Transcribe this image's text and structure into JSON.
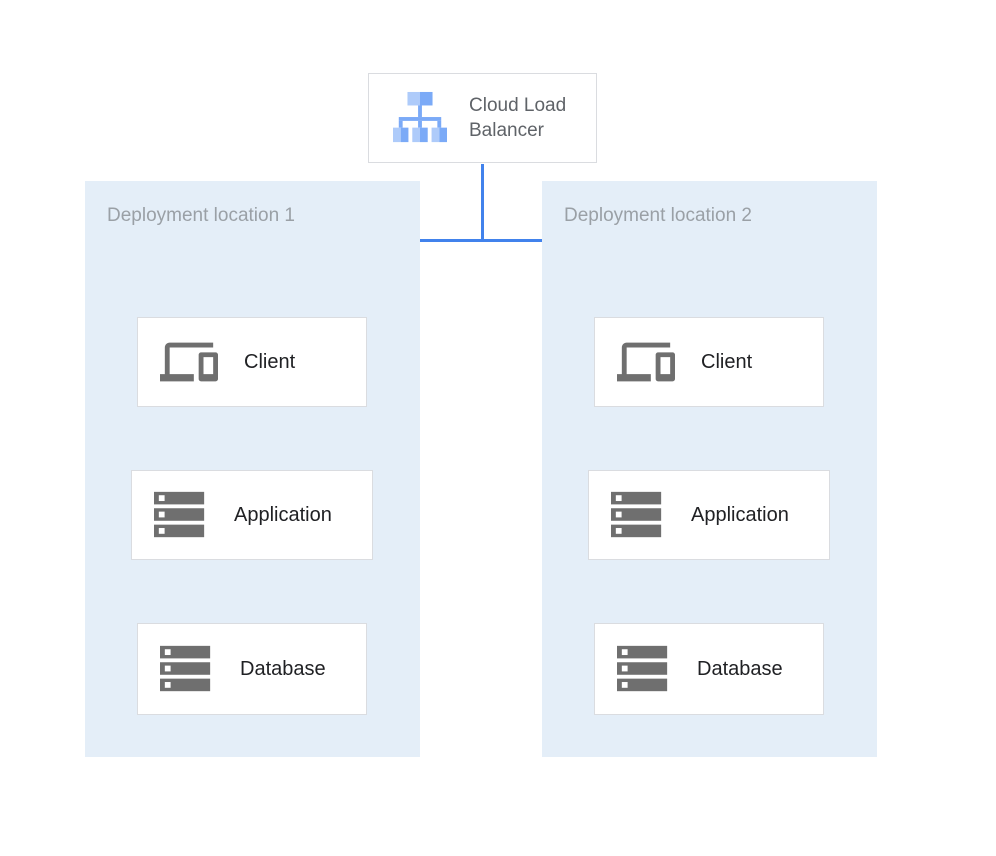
{
  "colors": {
    "region_fill": "#E4EEF8",
    "region_label_color": "#9AA0A6",
    "connector_blue": "#4182EC",
    "box_bg": "#FFFFFF",
    "box_border": "#DADCE0",
    "node_label_color": "#202124",
    "lb_label_color": "#5F6368",
    "icon_gray": "#6F6F6F",
    "icon_blue_light": "#AECBFA",
    "icon_blue_dark": "#7BAAF7"
  },
  "load_balancer": {
    "label": "Cloud Load Balancer",
    "icon": "cloud-load-balancer-icon"
  },
  "regions": [
    {
      "id": "deployment-1",
      "label": "Deployment location 1",
      "nodes": [
        {
          "id": "deployment-1-client",
          "label": "Client",
          "icon": "client-devices-icon"
        },
        {
          "id": "deployment-1-application",
          "label": "Application",
          "icon": "application-server-icon"
        },
        {
          "id": "deployment-1-database",
          "label": "Database",
          "icon": "database-server-icon"
        }
      ]
    },
    {
      "id": "deployment-2",
      "label": "Deployment location 2",
      "nodes": [
        {
          "id": "deployment-2-client",
          "label": "Client",
          "icon": "client-devices-icon"
        },
        {
          "id": "deployment-2-application",
          "label": "Application",
          "icon": "application-server-icon"
        },
        {
          "id": "deployment-2-database",
          "label": "Database",
          "icon": "database-server-icon"
        }
      ]
    }
  ],
  "edges": [
    {
      "from": "cloud-load-balancer",
      "to": "deployment-1-client"
    },
    {
      "from": "cloud-load-balancer",
      "to": "deployment-2-client"
    },
    {
      "from": "deployment-1-client",
      "to": "deployment-1-application"
    },
    {
      "from": "deployment-1-application",
      "to": "deployment-1-database"
    },
    {
      "from": "deployment-2-client",
      "to": "deployment-2-application"
    },
    {
      "from": "deployment-2-application",
      "to": "deployment-2-database"
    }
  ]
}
